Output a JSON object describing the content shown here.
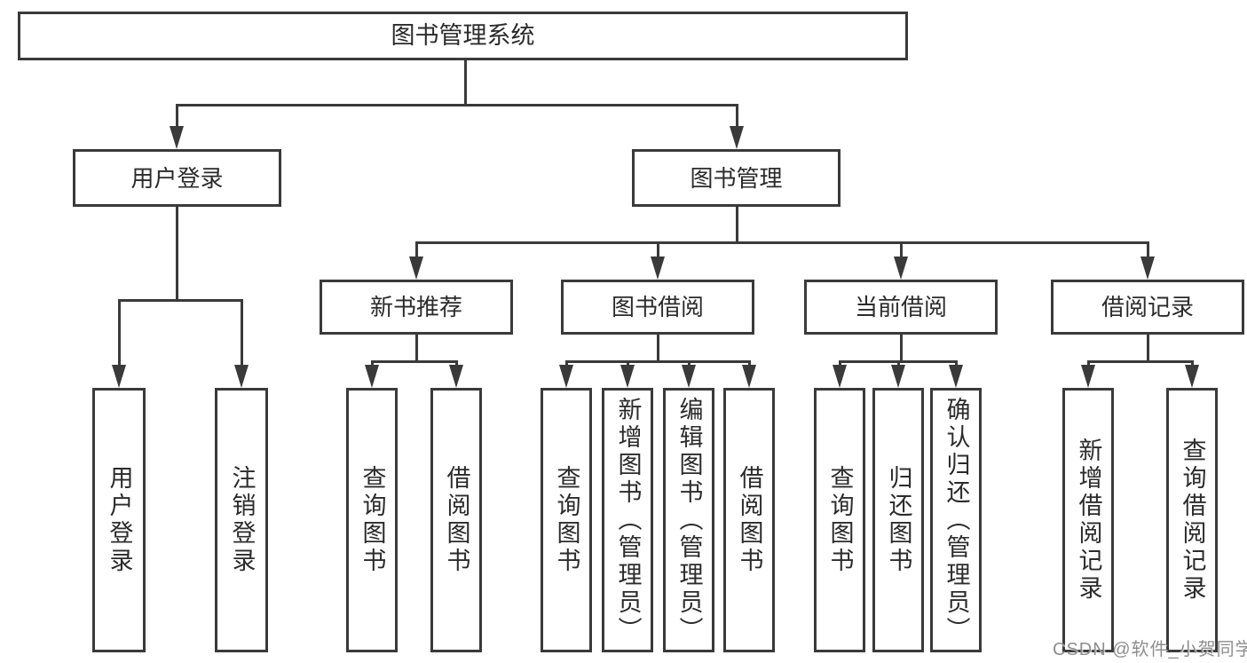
{
  "tree": {
    "root": {
      "label": "图书管理系统"
    },
    "level2": [
      {
        "label": "用户登录",
        "leaves": [
          "用户登录",
          "注销登录"
        ]
      },
      {
        "label": "图书管理"
      }
    ],
    "level3": [
      {
        "label": "新书推荐",
        "leaves": [
          "查询图书",
          "借阅图书"
        ]
      },
      {
        "label": "图书借阅",
        "leaves": [
          "查询图书",
          "新增图书（管理员）",
          "编辑图书（管理员）",
          "借阅图书"
        ]
      },
      {
        "label": "当前借阅",
        "leaves": [
          "查询图书",
          "归还图书",
          "确认归还（管理员）"
        ]
      },
      {
        "label": "借阅记录",
        "leaves": [
          "新增借阅记录",
          "查询借阅记录"
        ]
      }
    ]
  },
  "watermark": {
    "text": "CSDN @软件_小贺同学"
  },
  "colors": {
    "line": "#3a3a3a",
    "text": "#2b2b2b",
    "background": "#ffffff",
    "watermark": "#8e8e8e"
  }
}
